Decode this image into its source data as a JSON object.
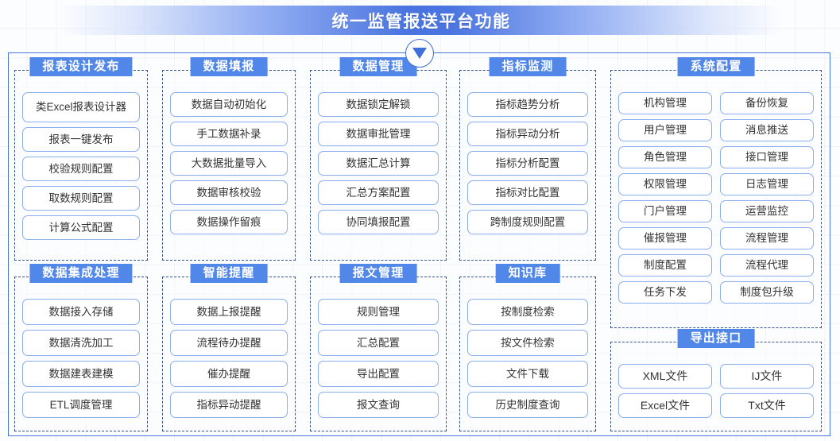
{
  "page": {
    "title": "统一监管报送平台功能",
    "accent_blue": "#5087e8",
    "banner_deep_blue": "#4a74e0",
    "frame_blue": "#4a74d8",
    "item_border": "#8badef",
    "dash_border": "#37538f"
  },
  "arrow_badge": {
    "icon": "triangle-down-icon"
  },
  "groups": [
    {
      "id": "report",
      "title": "报表设计发布",
      "items": [
        "类Excel报表设计器",
        "报表一键发布",
        "校验规则配置",
        "取数规则配置",
        "计算公式配置"
      ]
    },
    {
      "id": "fill",
      "title": "数据填报",
      "items": [
        "数据自动初始化",
        "手工数据补录",
        "大数据批量导入",
        "数据审核校验",
        "数据操作留痕"
      ]
    },
    {
      "id": "datamgmt",
      "title": "数据管理",
      "items": [
        "数据锁定解锁",
        "数据审批管理",
        "数据汇总计算",
        "汇总方案配置",
        "协同填报配置"
      ]
    },
    {
      "id": "indicator",
      "title": "指标监测",
      "items": [
        "指标趋势分析",
        "指标异动分析",
        "指标分析配置",
        "指标对比配置",
        "跨制度规则配置"
      ]
    },
    {
      "id": "integration",
      "title": "数据集成处理",
      "items": [
        "数据接入存储",
        "数据清洗加工",
        "数据建表建模",
        "ETL调度管理"
      ]
    },
    {
      "id": "remind",
      "title": "智能提醒",
      "items": [
        "数据上报提醒",
        "流程待办提醒",
        "催办提醒",
        "指标异动提醒"
      ]
    },
    {
      "id": "message",
      "title": "报文管理",
      "items": [
        "规则管理",
        "汇总配置",
        "导出配置",
        "报文查询"
      ]
    },
    {
      "id": "knowledge",
      "title": "知识库",
      "items": [
        "按制度检索",
        "按文件检索",
        "文件下载",
        "历史制度查询"
      ]
    },
    {
      "id": "sysconf",
      "title": "系统配置",
      "items": [
        "机构管理",
        "备份恢复",
        "用户管理",
        "消息推送",
        "角色管理",
        "接口管理",
        "权限管理",
        "日志管理",
        "门户管理",
        "运营监控",
        "催报管理",
        "流程管理",
        "制度配置",
        "流程代理",
        "任务下发",
        "制度包升级"
      ]
    },
    {
      "id": "export",
      "title": "导出接口",
      "items": [
        "XML文件",
        "IJ文件",
        "Excel文件",
        "Txt文件"
      ]
    }
  ]
}
